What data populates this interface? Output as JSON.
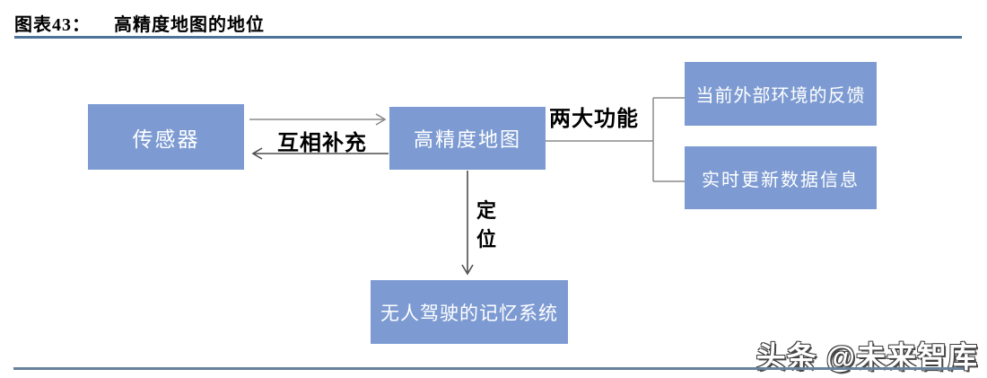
{
  "figure": {
    "title_prefix": "图表43：",
    "title": "高精度地图的地位"
  },
  "diagram": {
    "nodes": {
      "sensor": {
        "label": "传感器"
      },
      "hd_map": {
        "label": "高精度地图"
      },
      "feedback": {
        "label": "当前外部环境的反馈"
      },
      "realtime": {
        "label": "实时更新数据信息"
      },
      "memory": {
        "label": "无人驾驶的记忆系统"
      }
    },
    "edges": [
      {
        "from": "sensor",
        "to": "hd_map",
        "type": "bidirectional-arrow",
        "label": "互相补充"
      },
      {
        "from": "hd_map",
        "to": "feedback / realtime",
        "type": "bracket",
        "label": "两大功能"
      },
      {
        "from": "hd_map",
        "to": "memory",
        "type": "down-arrow",
        "label": "定位"
      }
    ],
    "labels": {
      "mutual": "互相补充",
      "two_functions": "两大功能",
      "positioning": "定位"
    }
  },
  "watermark": "头条 @未来智库",
  "colors": {
    "node_fill": "#7d9bd2",
    "node_text": "#ffffff",
    "title_rule": "#4f7299",
    "bottom_rule": "#68829e",
    "connector_gray": "#8a8a8a",
    "arrow_dark": "#4d4d4d"
  }
}
